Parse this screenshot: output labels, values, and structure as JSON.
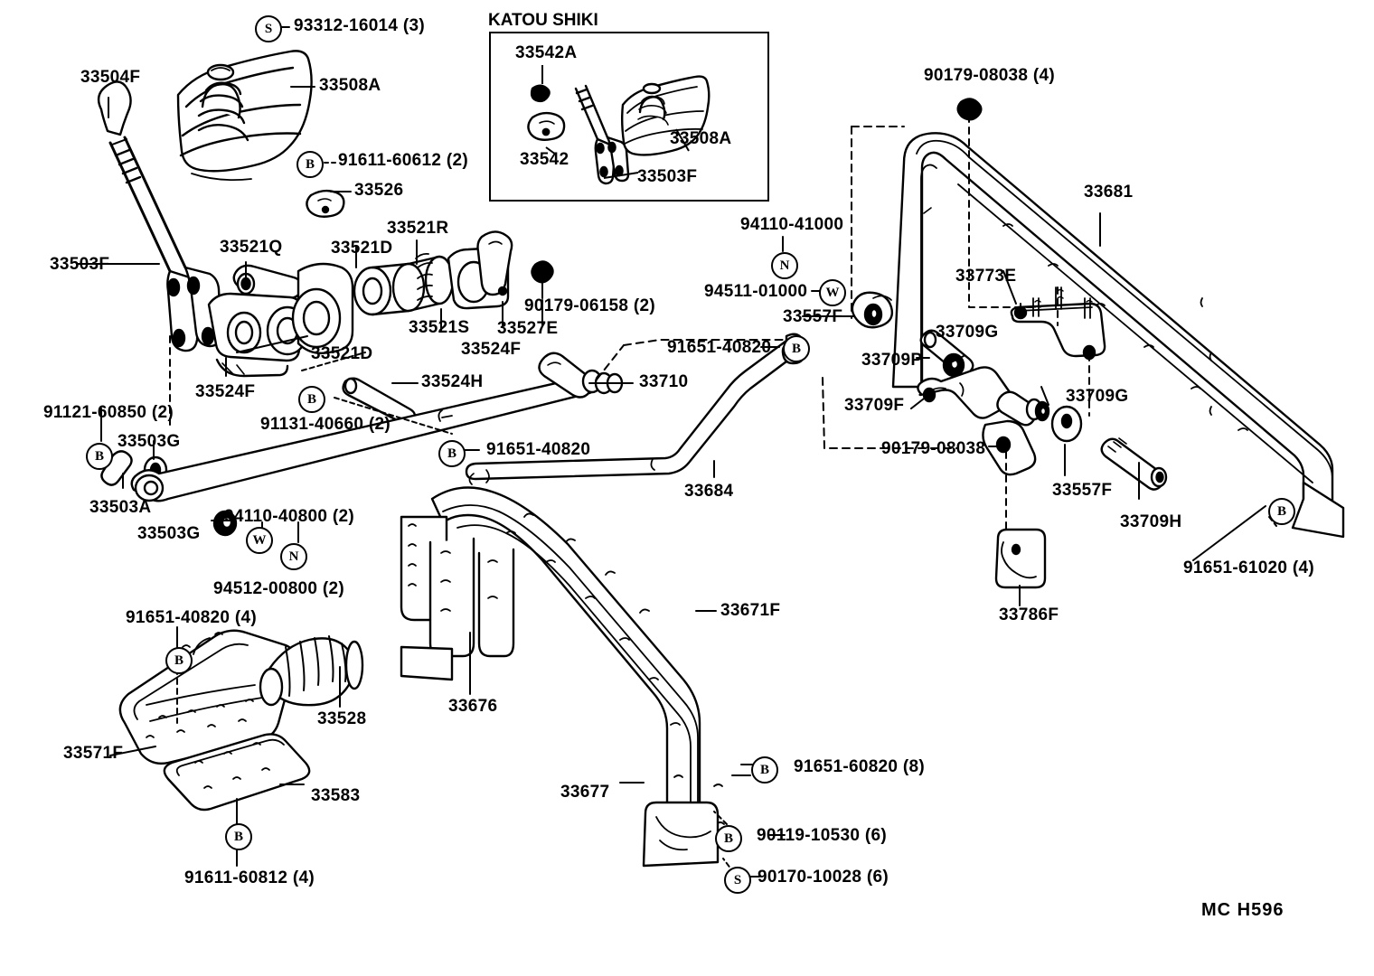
{
  "diagram": {
    "figure_code": "MC H596",
    "inset": {
      "title": "KATOU SHIKI",
      "labels": [
        {
          "id": "inset-33542A",
          "text": "33542A"
        },
        {
          "id": "inset-33542",
          "text": "33542"
        },
        {
          "id": "inset-33503F",
          "text": "33503F"
        },
        {
          "id": "inset-33508A",
          "text": "33508A"
        }
      ]
    },
    "labels": [
      {
        "id": "lbl-93312-16014",
        "text": "93312-16014 (3)",
        "badge": "S"
      },
      {
        "id": "lbl-33504F",
        "text": "33504F"
      },
      {
        "id": "lbl-33508A",
        "text": "33508A"
      },
      {
        "id": "lbl-91611-60612",
        "text": "91611-60612 (2)",
        "badge": "B"
      },
      {
        "id": "lbl-33526",
        "text": "33526"
      },
      {
        "id": "lbl-33521Q",
        "text": "33521Q"
      },
      {
        "id": "lbl-33521D-top",
        "text": "33521D"
      },
      {
        "id": "lbl-33521R",
        "text": "33521R"
      },
      {
        "id": "lbl-33503F",
        "text": "33503F"
      },
      {
        "id": "lbl-33521S",
        "text": "33521S"
      },
      {
        "id": "lbl-33527E",
        "text": "33527E"
      },
      {
        "id": "lbl-90179-06158",
        "text": "90179-06158 (2)"
      },
      {
        "id": "lbl-33524F-mid",
        "text": "33524F"
      },
      {
        "id": "lbl-33521D-bot",
        "text": "33521D"
      },
      {
        "id": "lbl-33524F-left",
        "text": "33524F"
      },
      {
        "id": "lbl-33524H",
        "text": "33524H"
      },
      {
        "id": "lbl-91131-40660",
        "text": "91131-40660 (2)",
        "badge": "B"
      },
      {
        "id": "lbl-91121-60850",
        "text": "91121-60850 (2)",
        "badge": "B"
      },
      {
        "id": "lbl-33503G-top",
        "text": "33503G"
      },
      {
        "id": "lbl-33503A",
        "text": "33503A"
      },
      {
        "id": "lbl-33503G-bot",
        "text": "33503G"
      },
      {
        "id": "lbl-94110-40800",
        "text": "94110-40800 (2)",
        "badge": "N"
      },
      {
        "id": "lbl-94512-00800",
        "text": "94512-00800 (2)",
        "badge": "W"
      },
      {
        "id": "lbl-94110-41000",
        "text": "94110-41000",
        "badge": "N"
      },
      {
        "id": "lbl-94511-01000",
        "text": "94511-01000",
        "badge": "W"
      },
      {
        "id": "lbl-33557F-left",
        "text": "33557F"
      },
      {
        "id": "lbl-91651-40820-mid",
        "text": "91651-40820",
        "badge": "B"
      },
      {
        "id": "lbl-33710",
        "text": "33710"
      },
      {
        "id": "lbl-91651-40820-low",
        "text": "91651-40820",
        "badge": "B"
      },
      {
        "id": "lbl-33684",
        "text": "33684"
      },
      {
        "id": "lbl-90179-08038-top",
        "text": "90179-08038 (4)"
      },
      {
        "id": "lbl-33681",
        "text": "33681"
      },
      {
        "id": "lbl-33773E",
        "text": "33773E"
      },
      {
        "id": "lbl-33709G-top",
        "text": "33709G"
      },
      {
        "id": "lbl-33709P",
        "text": "33709P"
      },
      {
        "id": "lbl-33709F",
        "text": "33709F"
      },
      {
        "id": "lbl-33709G-right",
        "text": "33709G"
      },
      {
        "id": "lbl-90179-08038-mid",
        "text": "90179-08038"
      },
      {
        "id": "lbl-33557F-right",
        "text": "33557F"
      },
      {
        "id": "lbl-33709H",
        "text": "33709H"
      },
      {
        "id": "lbl-91651-61020",
        "text": "91651-61020 (4)",
        "badge": "B"
      },
      {
        "id": "lbl-33786F",
        "text": "33786F"
      },
      {
        "id": "lbl-33671F",
        "text": "33671F"
      },
      {
        "id": "lbl-33676",
        "text": "33676"
      },
      {
        "id": "lbl-33677",
        "text": "33677"
      },
      {
        "id": "lbl-91651-60820",
        "text": "91651-60820 (8)",
        "badge": "B"
      },
      {
        "id": "lbl-90119-10530",
        "text": "90119-10530 (6)",
        "badge": "B"
      },
      {
        "id": "lbl-90170-10028",
        "text": "90170-10028 (6)",
        "badge": "S"
      },
      {
        "id": "lbl-91651-40820-bl",
        "text": "91651-40820 (4)",
        "badge": "B"
      },
      {
        "id": "lbl-33528",
        "text": "33528"
      },
      {
        "id": "lbl-33571F",
        "text": "33571F"
      },
      {
        "id": "lbl-33583",
        "text": "33583"
      },
      {
        "id": "lbl-91611-60812",
        "text": "91611-60812 (4)",
        "badge": "B"
      }
    ]
  }
}
